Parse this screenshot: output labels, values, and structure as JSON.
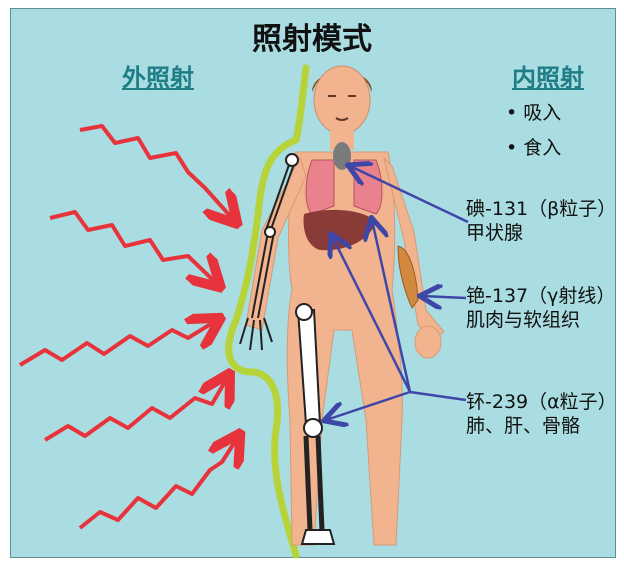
{
  "title": "照射模式",
  "external": {
    "title": "外照射"
  },
  "internal": {
    "title": "内照射",
    "routes": [
      "• 吸入",
      "• 食入"
    ]
  },
  "isotopes": [
    {
      "name": "碘-131（β粒子）",
      "target": "甲状腺"
    },
    {
      "name": "铯-137（γ射线）",
      "target": "肌肉与软组织"
    },
    {
      "name": "钚-239（α粒子）",
      "target": "肺、肝、骨骼"
    }
  ],
  "colors": {
    "panel": "#a9dde1",
    "heading": "#1f7d86",
    "radiation": "#e8333d",
    "shield": "#b6d43a",
    "arrows": "#3e47a8",
    "skin": "#f2b38f"
  }
}
